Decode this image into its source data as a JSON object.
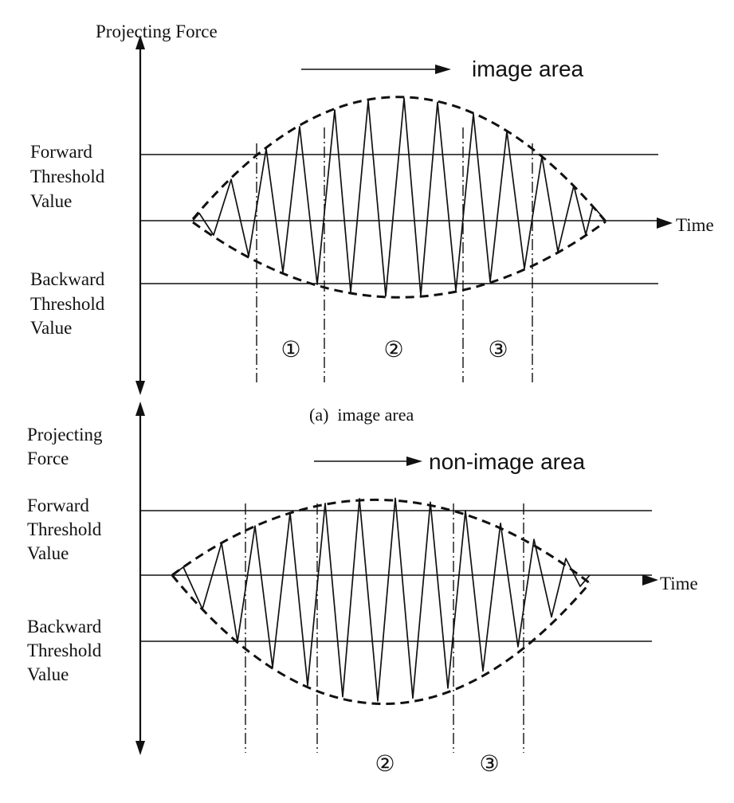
{
  "diagram": {
    "panels": [
      {
        "id": "a",
        "y_axis_label": [
          "Projecting Force"
        ],
        "x_axis_label": "Time",
        "direction_label": "image area",
        "forward_threshold": [
          "Forward",
          "Threshold",
          "Value"
        ],
        "backward_threshold": [
          "Backward",
          "Threshold",
          "Value"
        ],
        "regions": [
          "①",
          "②",
          "③"
        ],
        "caption": "(a)  image area"
      },
      {
        "id": "b",
        "y_axis_label": [
          "Projecting",
          "Force"
        ],
        "x_axis_label": "Time",
        "direction_label": "non-image area",
        "forward_threshold": [
          "Forward",
          "Threshold",
          "Value"
        ],
        "backward_threshold": [
          "Backward",
          "Threshold",
          "Value"
        ],
        "regions": [
          "②",
          "③"
        ]
      }
    ]
  }
}
